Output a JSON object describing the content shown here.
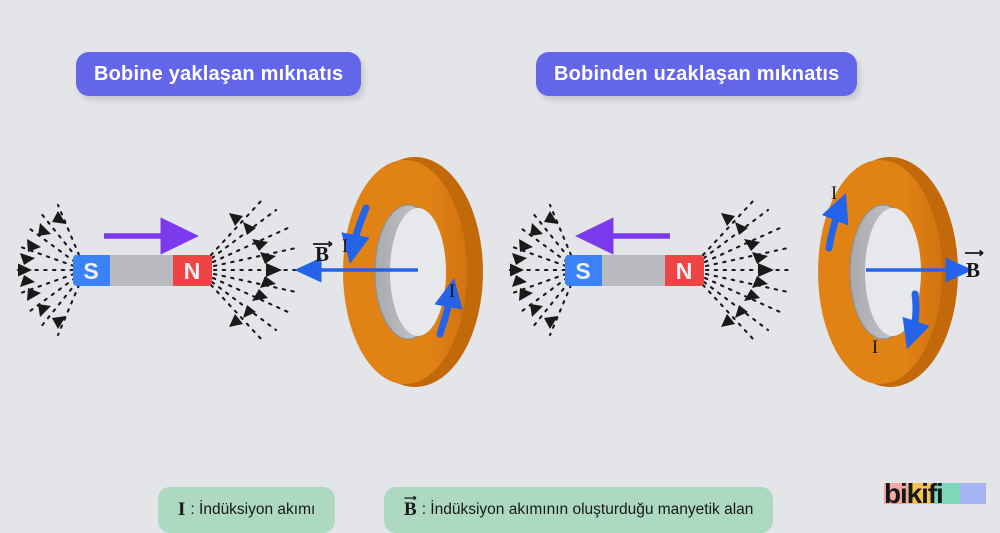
{
  "background_color": "#e4e5e9",
  "titles": {
    "left": "Bobine yaklaşan mıknatıs",
    "right": "Bobinden uzaklaşan mıknatıs",
    "pill_color": "#6366e8",
    "text_color": "#ffffff"
  },
  "panels": {
    "left": {
      "magnet": {
        "south_label": "S",
        "north_label": "N",
        "south_color": "#3b82f6",
        "body_color": "#b9babd",
        "north_color": "#ef4444"
      },
      "motion_arrow": {
        "direction": "right",
        "color": "#7c3aed",
        "meaning": "magnet approaching coil"
      },
      "coil": {
        "ring_color": "#e08214",
        "ring_shade_color": "#c2690a",
        "bore_color": "#b8b9bc"
      },
      "current": {
        "label": "I",
        "color": "#2563eb",
        "sense": "counterclockwise",
        "left_arrow_direction": "down",
        "right_arrow_direction": "up"
      },
      "b_field": {
        "label": "B",
        "direction": "left",
        "color": "#2563eb"
      },
      "field_lines": {
        "color": "#1a1a1a",
        "style": "dotted",
        "south_pole_arrows": "inward",
        "north_pole_arrows": "outward"
      }
    },
    "right": {
      "magnet": {
        "south_label": "S",
        "north_label": "N",
        "south_color": "#3b82f6",
        "body_color": "#b9babd",
        "north_color": "#ef4444"
      },
      "motion_arrow": {
        "direction": "left",
        "color": "#7c3aed",
        "meaning": "magnet receding from coil"
      },
      "coil": {
        "ring_color": "#e08214",
        "ring_shade_color": "#c2690a",
        "bore_color": "#b8b9bc"
      },
      "current": {
        "label": "I",
        "color": "#2563eb",
        "sense": "clockwise",
        "left_arrow_direction": "up",
        "right_arrow_direction": "down"
      },
      "b_field": {
        "label": "B",
        "direction": "right",
        "color": "#2563eb"
      },
      "field_lines": {
        "color": "#1a1a1a",
        "style": "dotted",
        "south_pole_arrows": "inward",
        "north_pole_arrows": "outward"
      }
    }
  },
  "legend": {
    "item1_symbol": "I",
    "item1_text": ": İndüksiyon akımı",
    "item2_symbol": "B",
    "item2_text": ": İndüksiyon akımının oluşturduğu manyetik alan",
    "pill_color": "#aed9c1"
  },
  "logo": {
    "text": "bikifi",
    "swatch_colors": [
      "#f7a8a0",
      "#f6c453",
      "#7fd6bb",
      "#a5b4f0"
    ]
  }
}
